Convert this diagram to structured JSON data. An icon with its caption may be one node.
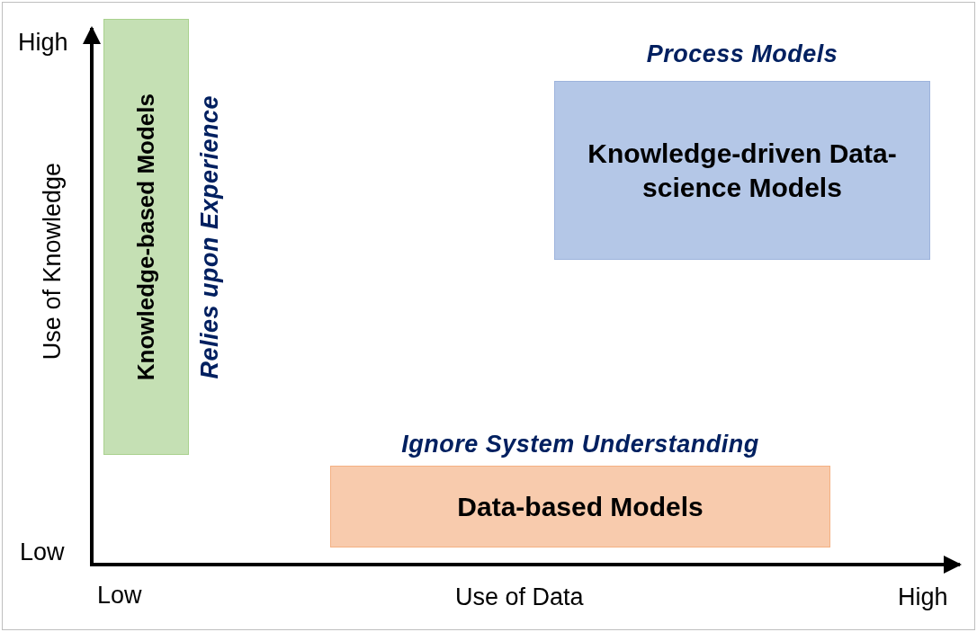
{
  "diagram": {
    "nodes": [
      {
        "text": [
          "Knowledge-based Models",
          "Relies upon Experience"
        ]
      },
      {
        "text": [
          "Process Models",
          "Knowledge-driven Data-science Models"
        ]
      },
      {
        "text": [
          "Ignore System Understanding",
          "Data-based Models"
        ]
      }
    ],
    "labels": [
      "High",
      "Use of Knowledge",
      "Low",
      "Low",
      "Use of Data",
      "High"
    ]
  }
}
